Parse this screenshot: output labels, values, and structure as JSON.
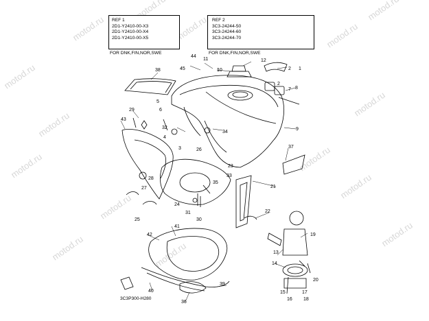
{
  "ref1": {
    "title": "REF 1",
    "lines": [
      "2D1-Y2410-00-X3",
      "2D1-Y2410-00-X4",
      "2D1-Y2410-00-X5"
    ],
    "footer": "FOR DNK,FIN,NOR,SWE"
  },
  "ref2": {
    "title": "REF 2",
    "lines": [
      "3C3-24244-50",
      "3C3-24244-60",
      "3C3-24244-70"
    ],
    "footer": "FOR DNK,FIN,NOR,SWE",
    "bracket_labels": [
      "2",
      "1",
      "2",
      "1"
    ]
  },
  "diagram_code": "3C3P300-H280",
  "watermark": "motod.ru",
  "callouts": [
    "1",
    "2",
    "3",
    "4",
    "5",
    "6",
    "7",
    "8",
    "9",
    "10",
    "11",
    "12",
    "13",
    "14",
    "15",
    "16",
    "17",
    "18",
    "19",
    "20",
    "21",
    "22",
    "23",
    "24",
    "25",
    "26",
    "27",
    "28",
    "29",
    "30",
    "31",
    "32",
    "33",
    "34",
    "35",
    "36",
    "37",
    "38",
    "39",
    "40",
    "41",
    "42",
    "43",
    "44",
    "45"
  ]
}
